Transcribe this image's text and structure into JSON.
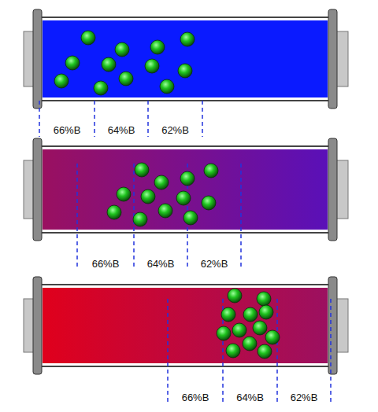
{
  "diagram": {
    "labels": [
      "66%B",
      "64%B",
      "62%B",
      "66%B",
      "64%B",
      "62%B",
      "66%B",
      "64%B",
      "62%B"
    ]
  }
}
